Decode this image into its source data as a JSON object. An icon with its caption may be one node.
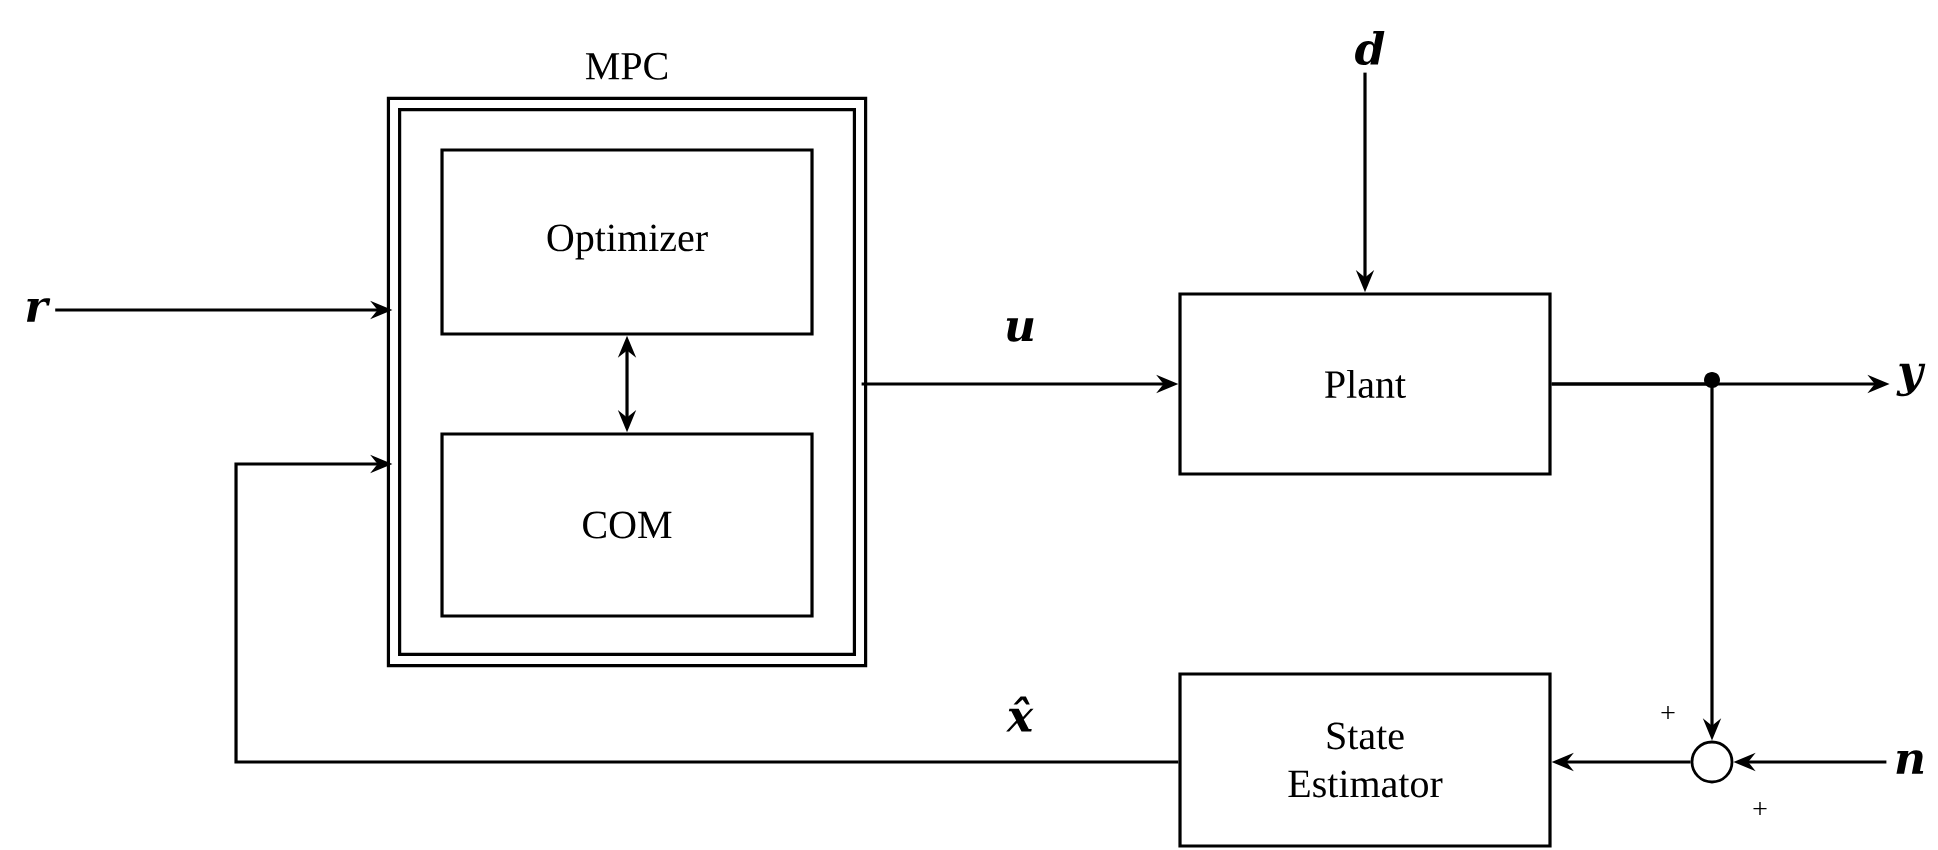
{
  "diagram": {
    "nodes": [
      {
        "text": [
          "MPC"
        ]
      },
      {
        "text": [
          "Optimizer"
        ],
        "in": 0
      },
      {
        "text": [
          "COM"
        ],
        "in": 0
      },
      {
        "text": [
          "Plant"
        ]
      },
      {
        "text": [
          "State Estimator"
        ]
      },
      {
        "text": [],
        "shape": "circle"
      },
      {
        "text": [
          "r"
        ]
      },
      {
        "text": [
          "d"
        ]
      },
      {
        "text": [
          "y"
        ]
      },
      {
        "text": [
          "n"
        ]
      }
    ],
    "edges": [
      {
        "from": 6,
        "to": 0,
        "arrow": "to"
      },
      {
        "from": 1,
        "to": 2,
        "arrow": "both"
      },
      {
        "from": 0,
        "to": 3,
        "arrow": "to",
        "label": "u"
      },
      {
        "from": 7,
        "to": 3,
        "arrow": "to"
      },
      {
        "from": 3,
        "to": 8,
        "arrow": "to"
      },
      {
        "from": 3,
        "to": 5,
        "arrow": "to"
      },
      {
        "from": 9,
        "to": 5,
        "arrow": "to"
      },
      {
        "from": 5,
        "to": 4,
        "arrow": "to"
      },
      {
        "from": 4,
        "to": 0,
        "arrow": "to",
        "label": "x̂"
      }
    ],
    "labels": [
      "+",
      "+"
    ]
  }
}
